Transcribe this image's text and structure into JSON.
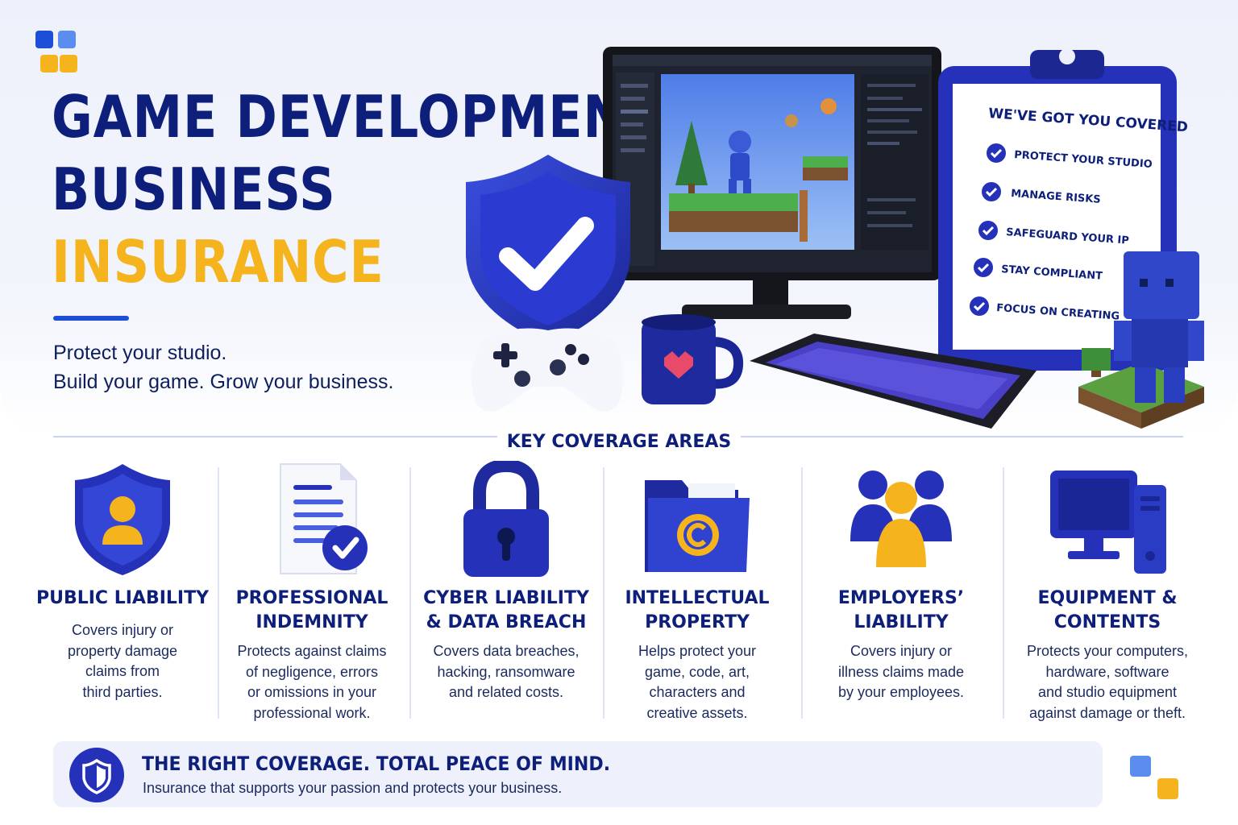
{
  "colors": {
    "navy": "#0d1f7a",
    "blue": "#2431b8",
    "yellow": "#f5b31e",
    "light_bg": "#eef1fb"
  },
  "hero": {
    "title_line1": "GAME DEVELOPMENT",
    "title_line2": "BUSINESS",
    "title_line3": "INSURANCE",
    "tagline_line1": "Protect your studio.",
    "tagline_line2": "Build your game. Grow your business."
  },
  "clipboard": {
    "title": "WE'VE GOT YOU COVERED",
    "items": [
      "PROTECT YOUR STUDIO",
      "MANAGE RISKS",
      "SAFEGUARD YOUR IP",
      "STAY COMPLIANT",
      "FOCUS ON CREATING"
    ]
  },
  "coverage": {
    "title": "KEY COVERAGE AREAS",
    "cards": [
      {
        "icon": "user-shield-icon",
        "title1": "PUBLIC LIABILITY",
        "title2": "",
        "desc": [
          "Covers injury or",
          "property damage",
          "claims from",
          "third parties."
        ]
      },
      {
        "icon": "document-check-icon",
        "title1": "PROFESSIONAL",
        "title2": "INDEMNITY",
        "desc": [
          "Protects against claims",
          "of negligence, errors",
          "or omissions in your",
          "professional work."
        ]
      },
      {
        "icon": "padlock-icon",
        "title1": "CYBER LIABILITY",
        "title2": "& DATA BREACH",
        "desc": [
          "Covers data breaches,",
          "hacking, ransomware",
          "and related costs."
        ]
      },
      {
        "icon": "copyright-folder-icon",
        "title1": "INTELLECTUAL",
        "title2": "PROPERTY",
        "desc": [
          "Helps protect your",
          "game, code, art,",
          "characters and",
          "creative assets."
        ]
      },
      {
        "icon": "team-icon",
        "title1": "EMPLOYERS’",
        "title2": "LIABILITY",
        "desc": [
          "Covers injury or",
          "illness claims made",
          "by your employees."
        ]
      },
      {
        "icon": "computer-icon",
        "title1": "EQUIPMENT &",
        "title2": "CONTENTS",
        "desc": [
          "Protects your computers,",
          "hardware, software",
          "and studio equipment",
          "against damage or theft."
        ]
      }
    ]
  },
  "banner": {
    "icon": "shield-icon",
    "title": "THE RIGHT COVERAGE. TOTAL PEACE OF MIND.",
    "subtitle": "Insurance that supports your passion and protects your business."
  }
}
